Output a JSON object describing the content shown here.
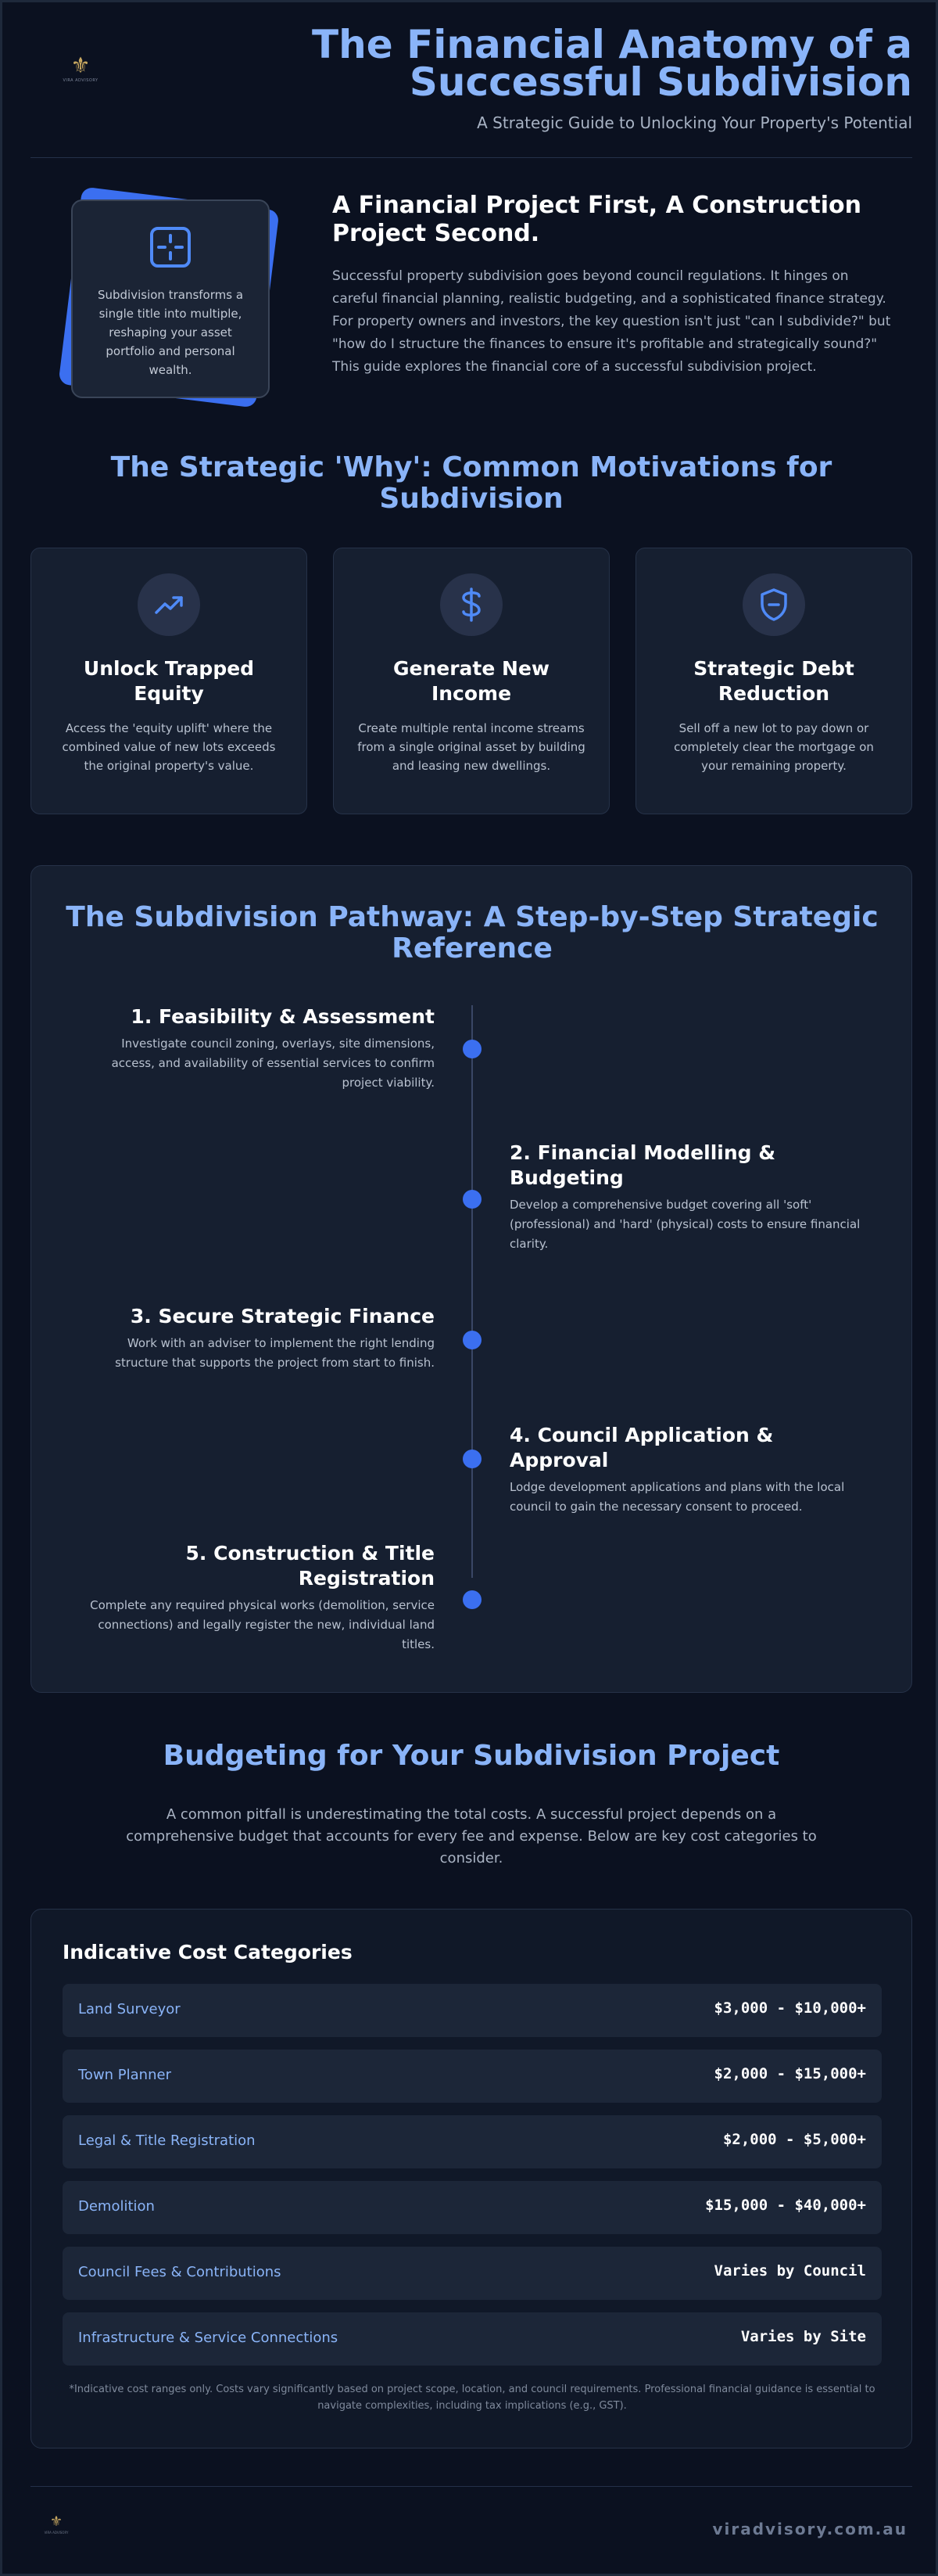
{
  "header": {
    "logo_mark": "⚜",
    "logo_tagline": "VIRA ADVISORY",
    "title": "The Financial Anatomy of a Successful Subdivision",
    "subtitle": "A Strategic Guide to Unlocking Your Property's Potential"
  },
  "intro": {
    "card_icon": "subdivision-grid-icon",
    "card_text": "Subdivision transforms a single title into multiple, reshaping your asset portfolio and personal wealth.",
    "heading": "A Financial Project First, A Construction Project Second.",
    "body": "Successful property subdivision goes beyond council regulations. It hinges on careful financial planning, realistic budgeting, and a sophisticated finance strategy. For property owners and investors, the key question isn't just \"can I subdivide?\" but \"how do I structure the finances to ensure it's profitable and strategically sound?\" This guide explores the financial core of a successful subdivision project."
  },
  "motivations": {
    "heading": "The Strategic 'Why': Common Motivations for Subdivision",
    "items": [
      {
        "icon": "trending-up-icon",
        "title": "Unlock Trapped Equity",
        "desc": "Access the 'equity uplift' where the combined value of new lots exceeds the original property's value."
      },
      {
        "icon": "dollar-icon",
        "title": "Generate New Income",
        "desc": "Create multiple rental income streams from a single original asset by building and leasing new dwellings."
      },
      {
        "icon": "shield-icon",
        "title": "Strategic Debt Reduction",
        "desc": "Sell off a new lot to pay down or completely clear the mortgage on your remaining property."
      }
    ]
  },
  "pathway": {
    "heading": "The Subdivision Pathway: A Step-by-Step Strategic Reference",
    "steps": [
      {
        "title": "1. Feasibility & Assessment",
        "desc": "Investigate council zoning, overlays, site dimensions, access, and availability of essential services to confirm project viability."
      },
      {
        "title": "2. Financial Modelling & Budgeting",
        "desc": "Develop a comprehensive budget covering all 'soft' (professional) and 'hard' (physical) costs to ensure financial clarity."
      },
      {
        "title": "3. Secure Strategic Finance",
        "desc": "Work with an adviser to implement the right lending structure that supports the project from start to finish."
      },
      {
        "title": "4. Council Application & Approval",
        "desc": "Lodge development applications and plans with the local council to gain the necessary consent to proceed."
      },
      {
        "title": "5. Construction & Title Registration",
        "desc": "Complete any required physical works (demolition, service connections) and legally register the new, individual land titles."
      }
    ]
  },
  "budgeting": {
    "heading": "Budgeting for Your Subdivision Project",
    "body": "A common pitfall is underestimating the total costs. A successful project depends on a comprehensive budget that accounts for every fee and expense. Below are key cost categories to consider."
  },
  "costs": {
    "title": "Indicative Cost Categories",
    "rows": [
      {
        "label": "Land Surveyor",
        "value": "$3,000 - $10,000+"
      },
      {
        "label": "Town Planner",
        "value": "$2,000 - $15,000+"
      },
      {
        "label": "Legal & Title Registration",
        "value": "$2,000 - $5,000+"
      },
      {
        "label": "Demolition",
        "value": "$15,000 - $40,000+"
      },
      {
        "label": "Council Fees & Contributions",
        "value": "Varies by Council"
      },
      {
        "label": "Infrastructure & Service Connections",
        "value": "Varies by Site"
      }
    ],
    "note": "*Indicative cost ranges only. Costs vary significantly based on project scope, location, and council requirements. Professional financial guidance is essential to navigate complexities, including tax implications (e.g., GST)."
  },
  "footer": {
    "logo_mark": "⚜",
    "logo_tagline": "VIRA ADVISORY",
    "url": "viradvisory.com.au"
  },
  "colors": {
    "background": "#0b1120",
    "accent": "#8ab4f8",
    "primary_blue": "#3b6ff0",
    "gold": "#c9a961"
  }
}
